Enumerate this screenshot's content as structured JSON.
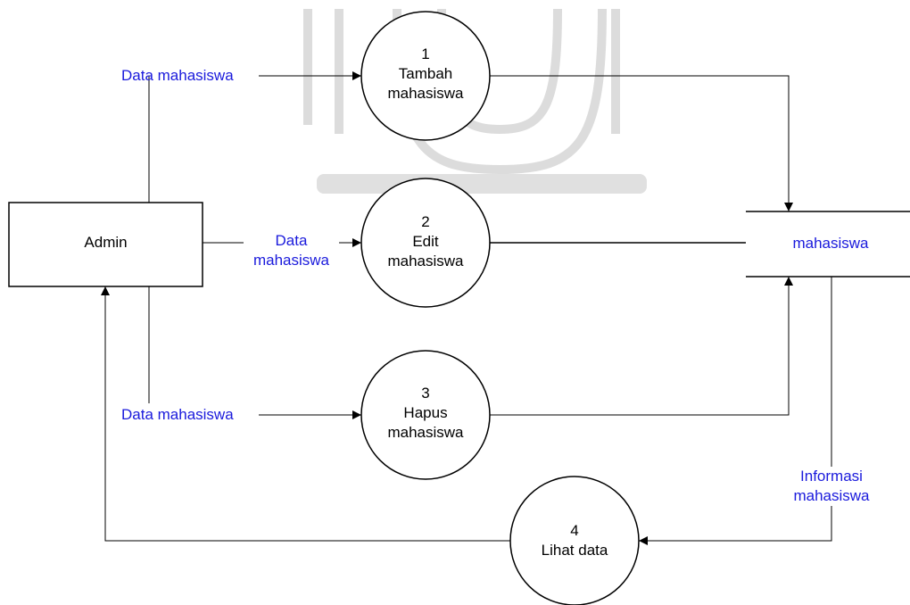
{
  "colors": {
    "flow_label": "#1a1adc",
    "stroke": "#000000",
    "watermark": "#d8d8d8"
  },
  "entity": {
    "label": "Admin"
  },
  "processes": [
    {
      "number": "1",
      "line1": "Tambah",
      "line2": "mahasiswa"
    },
    {
      "number": "2",
      "line1": "Edit",
      "line2": "mahasiswa"
    },
    {
      "number": "3",
      "line1": "Hapus",
      "line2": "mahasiswa"
    },
    {
      "number": "4",
      "line1": "Lihat data",
      "line2": ""
    }
  ],
  "datastore": {
    "label": "mahasiswa"
  },
  "flows": {
    "f1": "Data mahasiswa",
    "f2_line1": "Data",
    "f2_line2": "mahasiswa",
    "f3": "Data mahasiswa",
    "f4_line1": "Informasi",
    "f4_line2": "mahasiswa"
  }
}
